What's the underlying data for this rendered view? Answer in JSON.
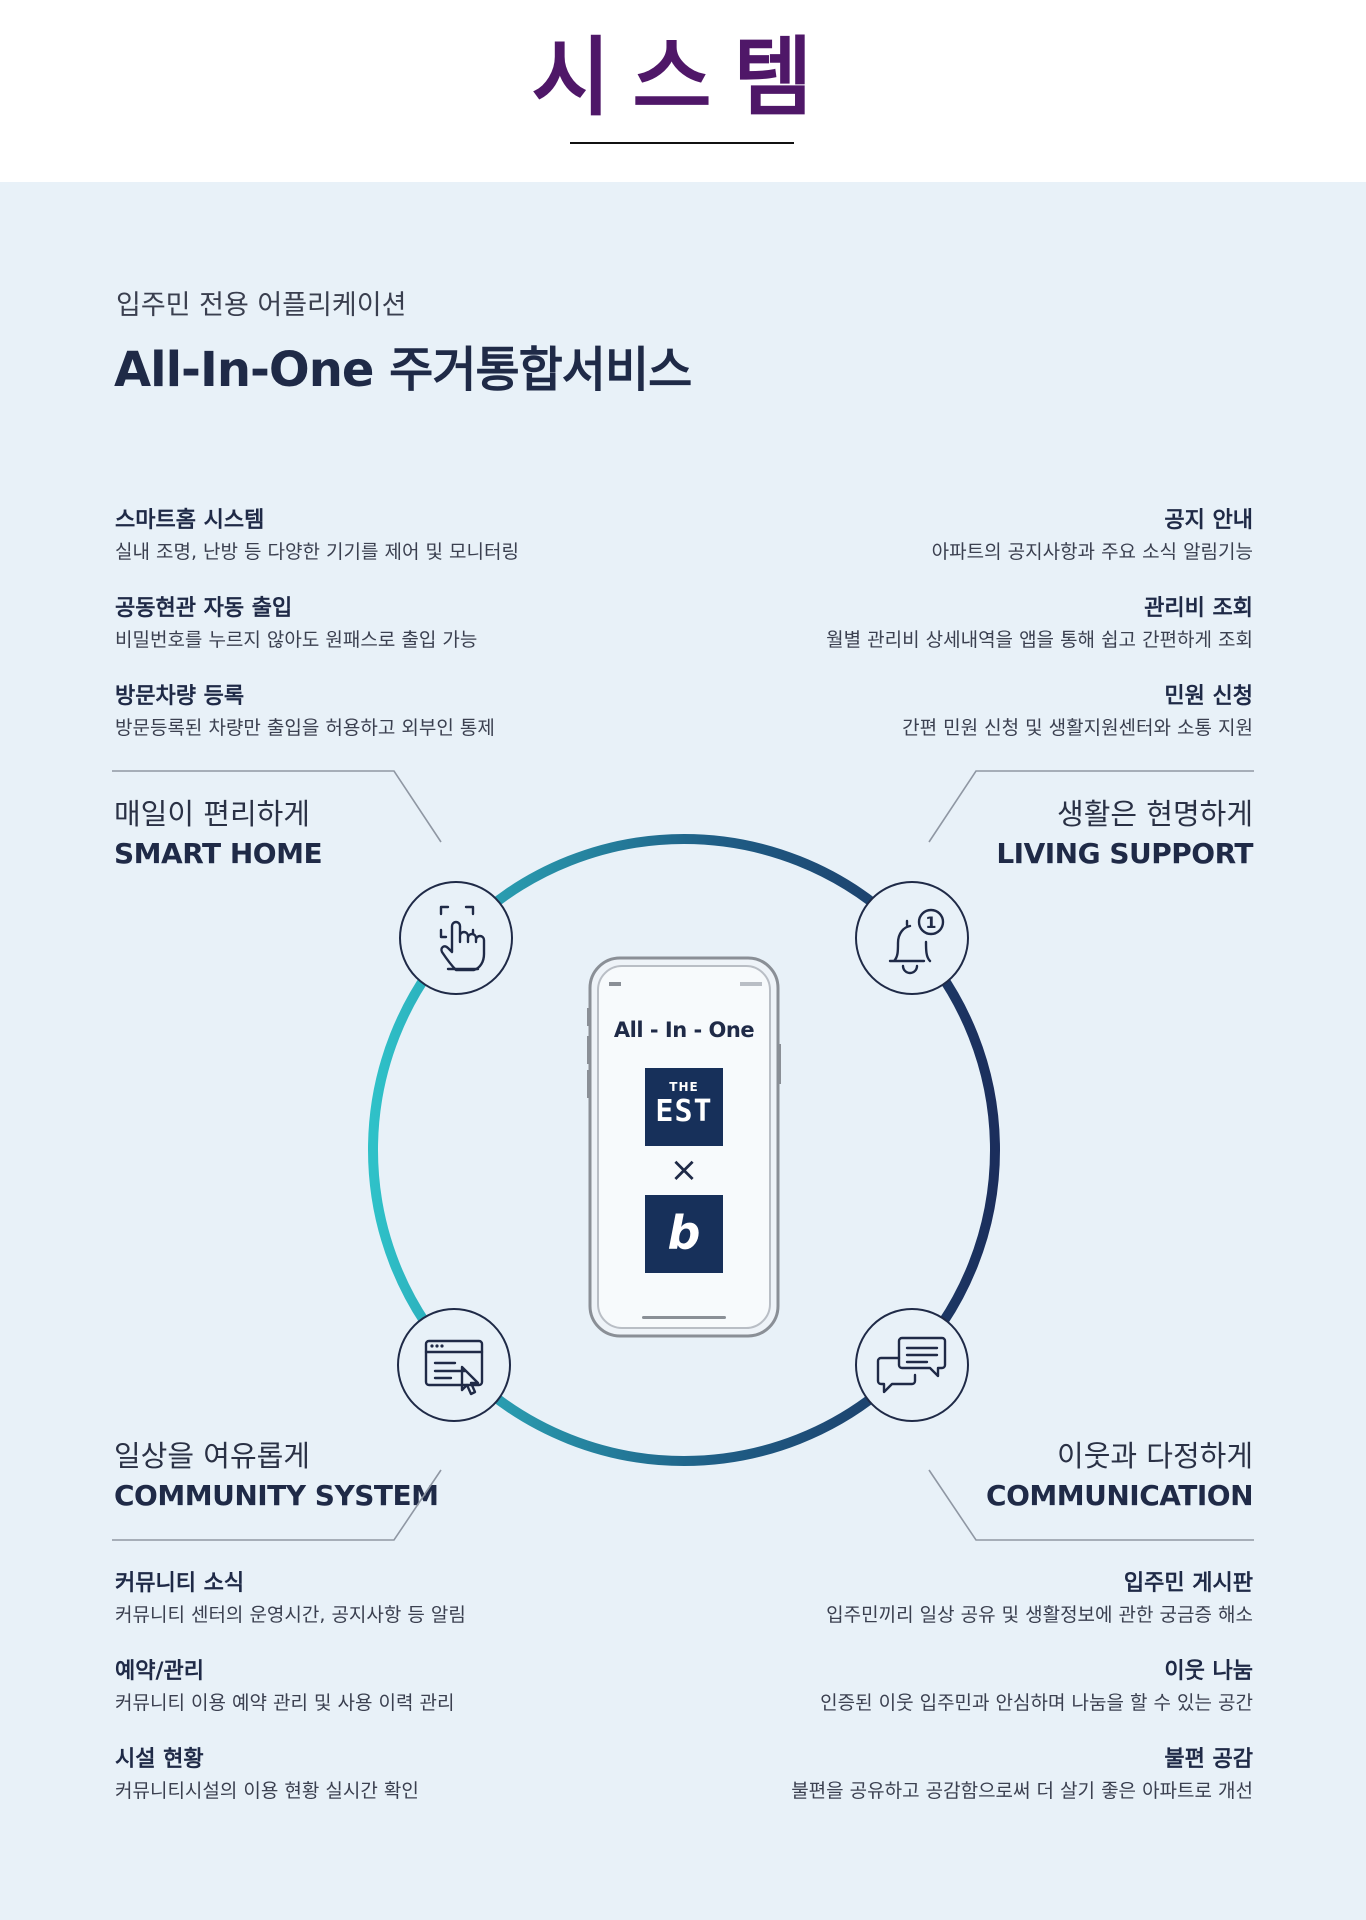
{
  "header": {
    "title": "시스템"
  },
  "intro": {
    "subtitle": "입주민 전용 어플리케이션",
    "headline": "All-In-One 주거통합서비스"
  },
  "features_top_left": [
    {
      "title": "스마트홈 시스템",
      "desc": "실내 조명, 난방 등 다양한 기기를 제어 및 모니터링"
    },
    {
      "title": "공동현관 자동 출입",
      "desc": "비밀번호를 누르지 않아도 원패스로 출입 가능"
    },
    {
      "title": "방문차량 등록",
      "desc": "방문등록된 차량만 출입을 허용하고 외부인 통제"
    }
  ],
  "features_top_right": [
    {
      "title": "공지 안내",
      "desc": "아파트의 공지사항과 주요 소식 알림기능"
    },
    {
      "title": "관리비 조회",
      "desc": "월별 관리비 상세내역을 앱을 통해 쉽고 간편하게 조회"
    },
    {
      "title": "민원 신청",
      "desc": "간편 민원 신청 및 생활지원센터와 소통 지원"
    }
  ],
  "features_bottom_left": [
    {
      "title": "커뮤니티 소식",
      "desc": "커뮤니티 센터의 운영시간, 공지사항 등 알림"
    },
    {
      "title": "예약/관리",
      "desc": "커뮤니티 이용 예약 관리 및 사용 이력 관리"
    },
    {
      "title": "시설 현황",
      "desc": "커뮤니티시설의 이용 현황 실시간 확인"
    }
  ],
  "features_bottom_right": [
    {
      "title": "입주민 게시판",
      "desc": "입주민끼리 일상 공유 및 생활정보에 관한 궁금증 해소"
    },
    {
      "title": "이웃 나눔",
      "desc": "인증된 이웃 입주민과 안심하며 나눔을 할 수 있는 공간"
    },
    {
      "title": "불편 공감",
      "desc": "불편을 공유하고 공감함으로써 더 살기 좋은 아파트로 개선"
    }
  ],
  "categories": {
    "smart_home": {
      "ko": "매일이 편리하게",
      "en": "SMART HOME"
    },
    "living_support": {
      "ko": "생활은 현명하게",
      "en": "LIVING SUPPORT"
    },
    "community_system": {
      "ko": "일상을 여유롭게",
      "en": "COMMUNITY SYSTEM"
    },
    "communication": {
      "ko": "이웃과 다정하게",
      "en": "COMMUNICATION"
    }
  },
  "phone": {
    "brand": "All - In - One",
    "logo_the": "THE",
    "logo_est": "EST",
    "cross": "×",
    "logo_b": "b"
  },
  "icons": [
    "touch-icon",
    "bell-notification-icon",
    "browser-click-icon",
    "chat-bubbles-icon"
  ],
  "colors": {
    "title": "#4f1768",
    "navy": "#1f2a47",
    "teal": "#2fc1c8",
    "panel": "#e8f1f8",
    "logo_bg": "#17305a"
  }
}
